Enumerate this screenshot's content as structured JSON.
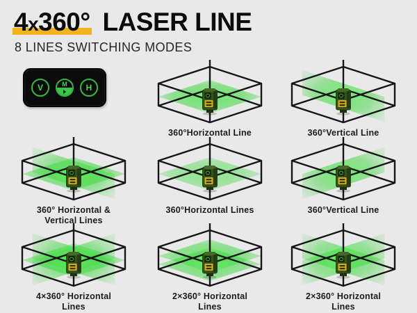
{
  "header": {
    "title_4": "4",
    "title_x": "x",
    "title_360": "360°",
    "title_rest": "LASER LINE",
    "subtitle": "8 LINES SWITCHING MODES",
    "highlight_color": "#F2B31E"
  },
  "control_panel": {
    "buttons": [
      {
        "label": "V"
      },
      {
        "label": "M",
        "icon": "laser-mode-icon"
      },
      {
        "label": "H"
      }
    ]
  },
  "colors": {
    "background": "#E9E9E9",
    "laser_green": "#45D948",
    "box_line": "#161616",
    "panel_green": "#3EC64B",
    "title_highlight": "#F2B31E"
  },
  "diagrams": [
    {
      "label": "360°Horizontal Line",
      "planes": [
        "h"
      ]
    },
    {
      "label": "360°Vertical Line",
      "planes": [
        "vB"
      ]
    },
    {
      "label": "360° Horizontal &\nVertical Lines",
      "planes": [
        "h",
        "vB"
      ]
    },
    {
      "label": "360°Horizontal Lines",
      "planes": [
        "h-soft"
      ]
    },
    {
      "label": "360°Vertical Line",
      "planes": [
        "vA"
      ]
    },
    {
      "label": "4×360° Horizontal\nLines",
      "planes": [
        "h",
        "vA",
        "vB"
      ]
    },
    {
      "label": "2×360° Horizontal\nLines",
      "planes": [
        "h-up",
        "h-low"
      ]
    },
    {
      "label": "2×360° Horizontal\nLines",
      "planes": [
        "vA",
        "vB"
      ]
    }
  ]
}
